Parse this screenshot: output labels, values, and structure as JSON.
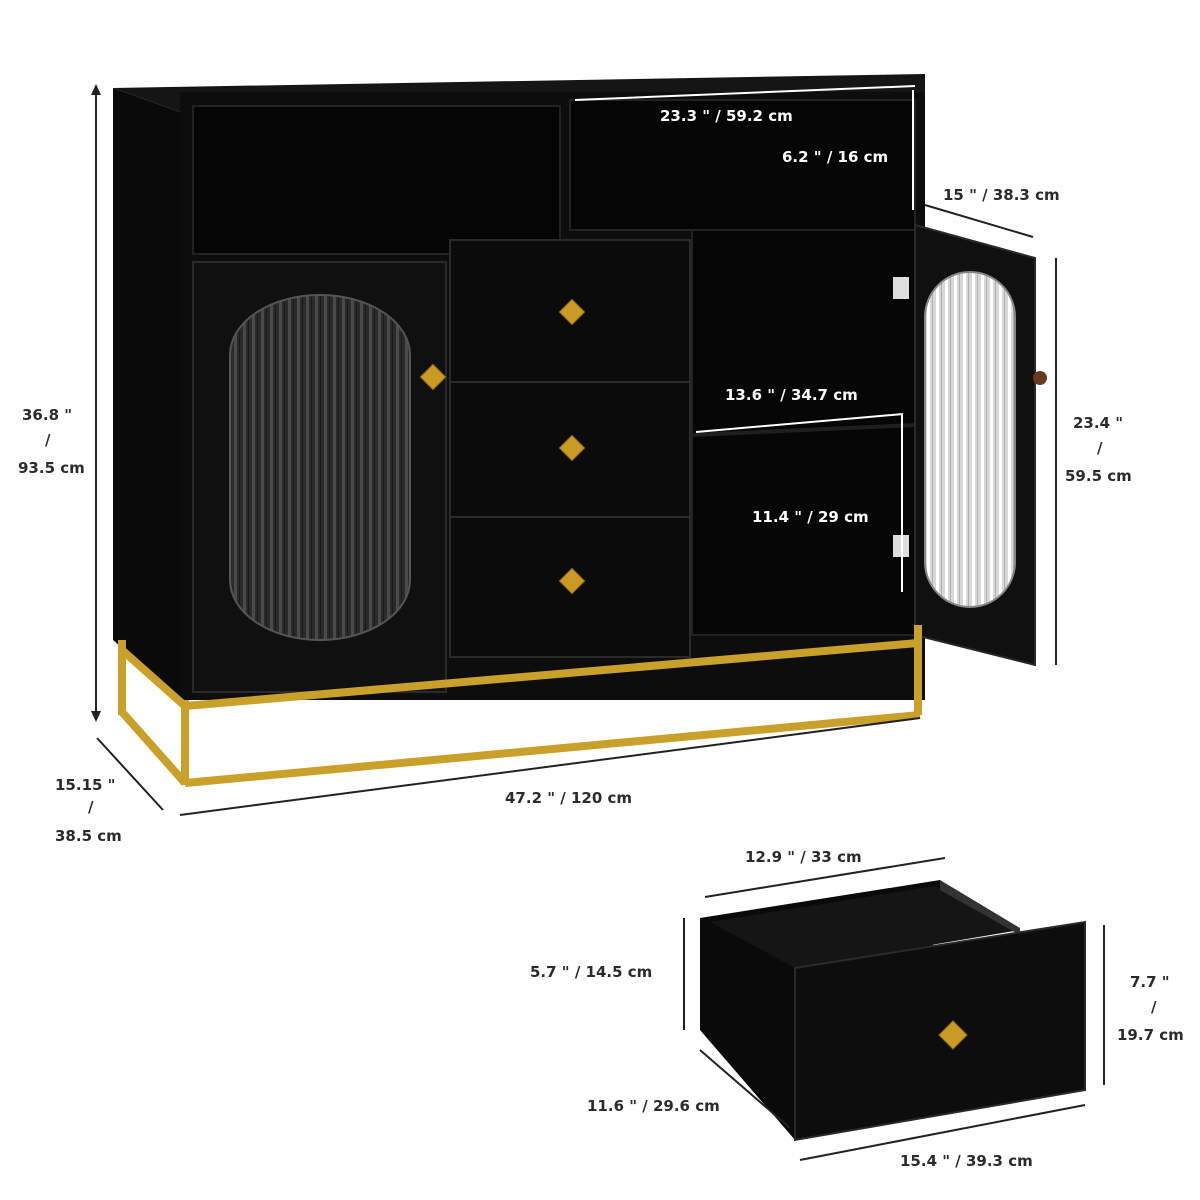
{
  "colors": {
    "cabinet": "#0c0c0c",
    "cabinet_edge": "#1e1e1e",
    "gold": "#d4a62a",
    "gold_dark": "#a67c12",
    "glass": "#3a3a3a",
    "dim_text": "#2b2b2b"
  },
  "dimensions": {
    "height_in": "36.8 \"",
    "height_sep": "/",
    "height_cm": "93.5 cm",
    "depth_in": "15.15 \"",
    "depth_sep": "/",
    "depth_cm": "38.5 cm",
    "width": "47.2 \" / 120 cm",
    "shelf_width": "23.3 \" / 59.2 cm",
    "shelf_height": "6.2 \" / 16 cm",
    "shelf_depth": "15 \" / 38.3 cm",
    "door_height_in": "23.4 \"",
    "door_height_sep": "/",
    "door_height_cm": "59.5 cm",
    "inner_width": "13.6 \" / 34.7 cm",
    "inner_height": "11.4 \" / 29 cm",
    "drawer_inner_width": "12.9 \" / 33 cm",
    "drawer_inner_height": "5.7 \" / 14.5 cm",
    "drawer_front_height_in": "7.7 \"",
    "drawer_front_height_sep": "/",
    "drawer_front_height_cm": "19.7 cm",
    "drawer_depth": "11.6 \" / 29.6 cm",
    "drawer_front_width": "15.4 \" / 39.3 cm"
  }
}
